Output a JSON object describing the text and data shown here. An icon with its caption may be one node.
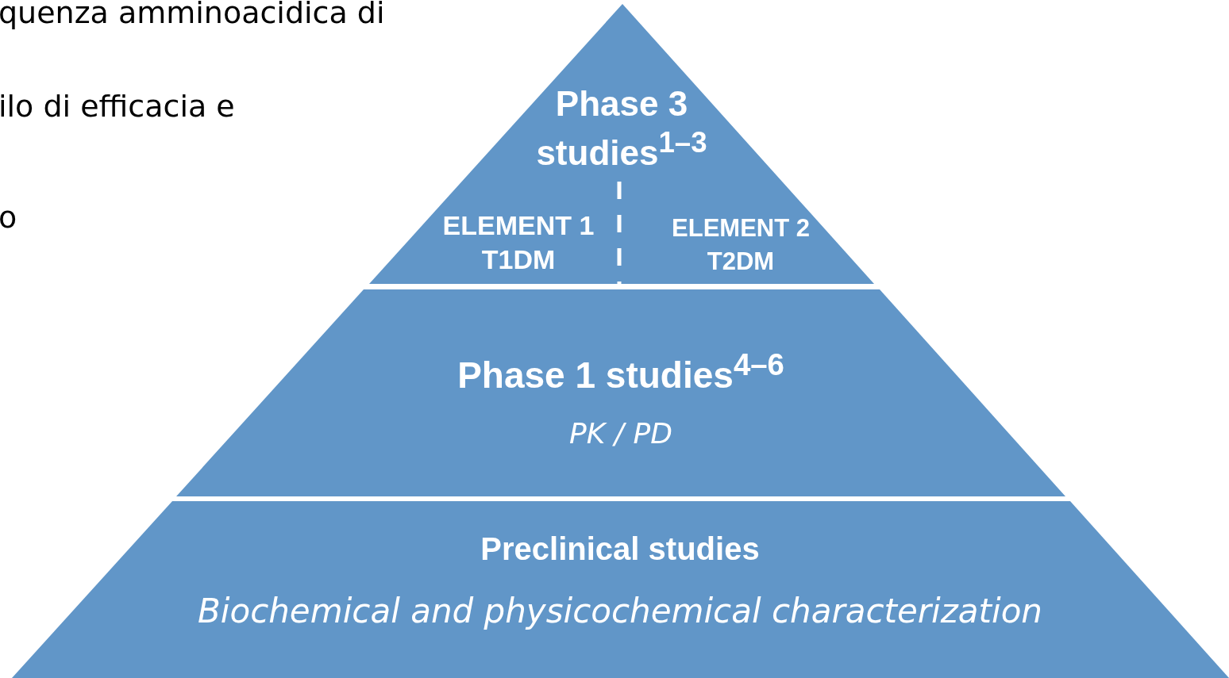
{
  "diagram": {
    "nodes": [
      {
        "text": [
          "Phase 3 studies$^{1–3}$"
        ]
      },
      {
        "text": [
          "ELEMENT 1 T1DM"
        ],
        "in": 0
      },
      {
        "text": [
          "ELEMENT 2 T2DM"
        ],
        "in": 0
      },
      {
        "text": [
          "Phase 1 studies$^{4–6}$",
          "PK / PD"
        ]
      },
      {
        "text": [
          "Preclinical studies",
          "Biochemical and physicochemical characterization"
        ]
      }
    ],
    "edges": [],
    "labels": [
      "quenza amminoacidica di",
      "ilo di efficacia e",
      "o"
    ]
  }
}
